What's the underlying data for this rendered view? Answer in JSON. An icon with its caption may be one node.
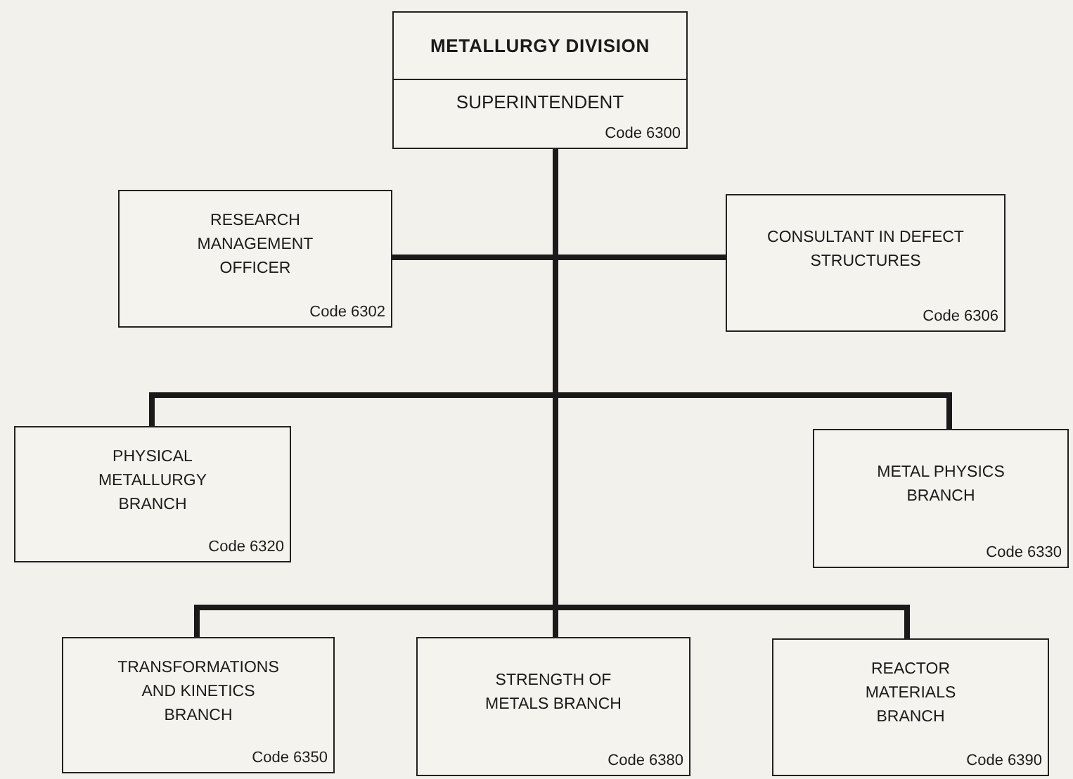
{
  "diagram": {
    "nodes": [
      {
        "text": [
          "METALLURGY DIVISION",
          "SUPERINTENDENT",
          "Code 6300"
        ]
      },
      {
        "text": [
          "RESEARCH MANAGEMENT OFFICER",
          "Code 6302"
        ]
      },
      {
        "text": [
          "CONSULTANT IN DEFECT STRUCTURES",
          "Code 6306"
        ]
      },
      {
        "text": [
          "PHYSICAL METALLURGY BRANCH",
          "Code 6320"
        ]
      },
      {
        "text": [
          "METAL PHYSICS BRANCH",
          "Code 6330"
        ]
      },
      {
        "text": [
          "TRANSFORMATIONS AND KINETICS BRANCH",
          "Code 6350"
        ]
      },
      {
        "text": [
          "STRENGTH OF METALS BRANCH",
          "Code 6380"
        ]
      },
      {
        "text": [
          "REACTOR MATERIALS BRANCH",
          "Code 6390"
        ]
      }
    ],
    "edges": [
      {
        "from": 0,
        "to": 1,
        "arrow": "none"
      },
      {
        "from": 0,
        "to": 2,
        "arrow": "none"
      },
      {
        "from": 0,
        "to": 3,
        "arrow": "none"
      },
      {
        "from": 0,
        "to": 4,
        "arrow": "none"
      },
      {
        "from": 0,
        "to": 5,
        "arrow": "none"
      },
      {
        "from": 0,
        "to": 6,
        "arrow": "none"
      },
      {
        "from": 0,
        "to": 7,
        "arrow": "none"
      }
    ]
  }
}
